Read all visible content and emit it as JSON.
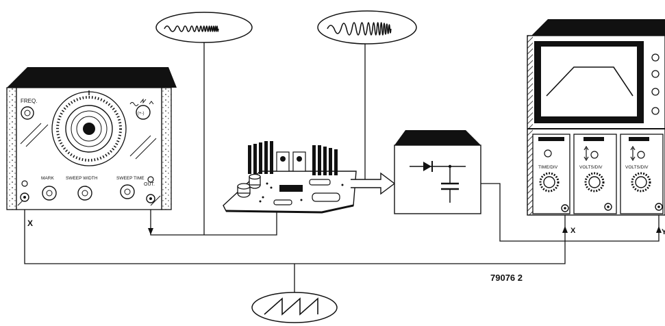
{
  "figure": {
    "figure_number": "79076 2",
    "x_label_left": "X",
    "x_label_right": "X",
    "y_label_right": "Y"
  },
  "sweep_generator": {
    "freq_label": "FREQ.",
    "mark_label": "MARK",
    "sweep_width_label": "SWEEP WIDTH",
    "sweep_time_label": "SWEEP TIME",
    "out_label": "OUT."
  },
  "oscilloscope": {
    "time_div_label": "TIME/DIV",
    "volts_div_label_1": "VOLTS/DIV",
    "volts_div_label_2": "VOLTS/DIV"
  },
  "colors": {
    "ink": "#111111",
    "paper": "#ffffff"
  }
}
